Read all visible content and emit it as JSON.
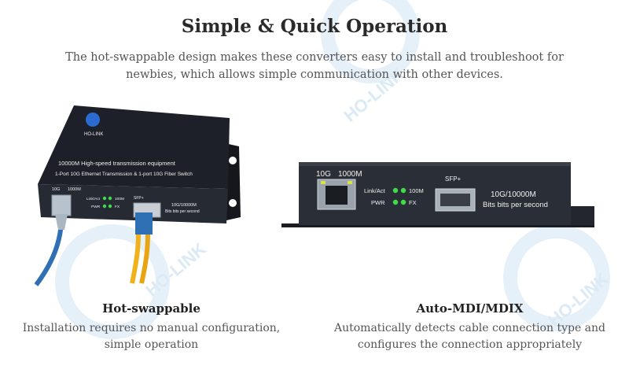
{
  "header": {
    "title": "Simple & Quick Operation",
    "subtitle": "The hot-swappable design makes these converters easy to install and troubleshoot for newbies, which allows simple communication with other devices."
  },
  "watermark": {
    "brand": "HO-LINK"
  },
  "left_device": {
    "brand": "HO-LINK",
    "desc_line1": "10000M High-speed transmission equipment",
    "desc_line2": "1-Port 10G Ethernet Transmission & 1-port 10G Fiber Switch",
    "port_label_10g": "10G",
    "port_label_1000m": "1000M",
    "led_link": "Link/Act",
    "led_pwr": "PWR",
    "led_100m": "100M",
    "led_fx": "FX",
    "sfp_label": "SFP+",
    "speed_label": "10G/10000M",
    "speed_sub": "Bits bits per second"
  },
  "right_device": {
    "port_label_10g": "10G",
    "port_label_1000m": "1000M",
    "led_link": "Link/Act",
    "led_pwr": "PWR",
    "led_100m": "100M",
    "led_fx": "FX",
    "sfp_label": "SFP+",
    "speed_label": "10G/10000M",
    "speed_sub": "Bits bits per second"
  },
  "features": [
    {
      "title": "Hot-swappable",
      "line1": "Installation requires no manual configuration,",
      "line2": "simple operation"
    },
    {
      "title": "Auto-MDI/MDIX",
      "line1": "Automatically detects cable connection type and",
      "line2": "configures the connection appropriately"
    }
  ],
  "colors": {
    "device_body": "#1c1f26",
    "led_green": "#3fdc4a",
    "cable_blue": "#2f6fb3",
    "fiber_yellow": "#f0b21a"
  }
}
